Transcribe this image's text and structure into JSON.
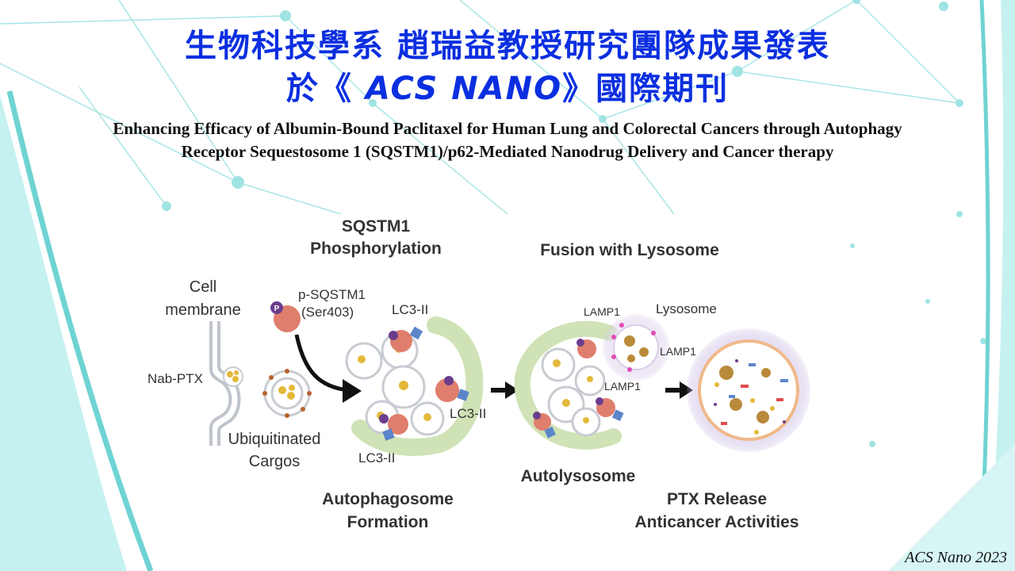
{
  "slide": {
    "title_line1": "生物科技學系 趙瑞益教授研究團隊成果發表",
    "title_line2_pre": "於《 ",
    "title_line2_journal": "ACS NANO",
    "title_line2_post": "》國際期刊",
    "paper_title_line1": "Enhancing Efficacy of Albumin-Bound Paclitaxel for Human Lung and Colorectal Cancers through Autophagy",
    "paper_title_line2": "Receptor Sequestosome 1 (SQSTM1)/p62-Mediated Nanodrug Delivery and Cancer therapy",
    "citation": "ACS Nano 2023",
    "title_color": "#0b2fe0"
  },
  "diagram": {
    "stage_sqstm1_line1": "SQSTM1",
    "stage_sqstm1_line2": "Phosphorylation",
    "stage_fusion": "Fusion with Lysosome",
    "cell_membrane_line1": "Cell",
    "cell_membrane_line2": "membrane",
    "nab_ptx": "Nab-PTX",
    "p_sqstm1_line1": "p-SQSTM1",
    "p_sqstm1_line2": "(Ser403)",
    "phospho_marker": "P",
    "lc3_top": "LC3-II",
    "lc3_right": "LC3-II",
    "lc3_bottom": "LC3-II",
    "ubiquitinated_line1": "Ubiquitinated",
    "ubiquitinated_line2": "Cargos",
    "lamp1_top": "LAMP1",
    "lysosome": "Lysosome",
    "lamp1_right": "LAMP1",
    "lamp1_mid": "LAMP1",
    "autolysosome": "Autolysosome",
    "autophagosome_line1": "Autophagosome",
    "autophagosome_line2": "Formation",
    "ptx_release_line1": "PTX Release",
    "ptx_release_line2": "Anticancer Activities"
  }
}
